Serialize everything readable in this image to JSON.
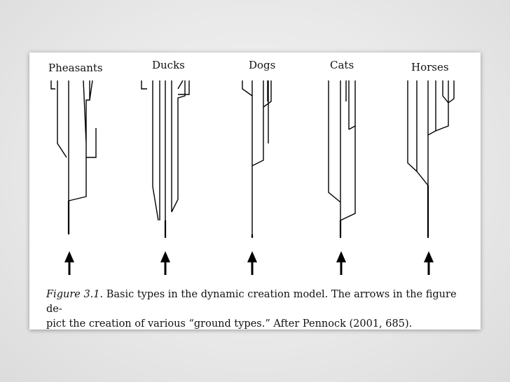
{
  "figure": {
    "group_titles": [
      "Pheasants",
      "Ducks",
      "Dogs",
      "Cats",
      "Horses"
    ],
    "caption": {
      "label": "Figure 3.1.",
      "line1": " Basic types in the dynamic creation model. The arrows in the figure de-",
      "line2": "pict the creation of various “ground types.” After Pennock (2001, 685)."
    }
  }
}
